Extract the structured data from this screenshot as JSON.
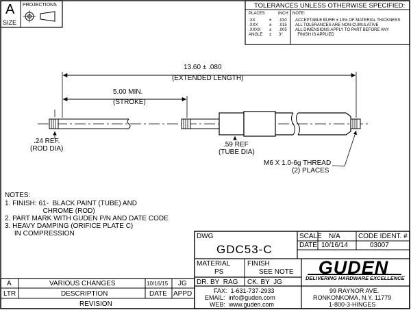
{
  "title_block": {
    "size_letter": "A",
    "size_label": "SIZE",
    "projections_label": "PROJECTIONS",
    "tolerances_title": "TOLERANCES UNLESS OTHERWISE SPECIFIED:",
    "tol_places_header": "PLACES",
    "tol_inch_header": "INCH",
    "tol_rows": [
      {
        "places": ".XX",
        "pm": "±",
        "value": ".030"
      },
      {
        "places": ".XXX",
        "pm": "±",
        "value": ".015"
      },
      {
        "places": ".XXXX",
        "pm": "±",
        "value": ".005"
      },
      {
        "places": "ANGLE",
        "pm": "±",
        "value": "3°"
      }
    ],
    "note_header": "NOTE:",
    "note_lines": [
      "ACCEPTABLE BURR ± 10% OF MATERIAL THICKNESS",
      "ALL TOLERANCES ARE NON-CUMULATIVE",
      "ALL DIMENSIONS APPLY TO PART BEFORE ANY",
      "  FINISH IS APPLIED"
    ]
  },
  "dimensions": {
    "extended_value": "13.60 ± .080",
    "extended_label": "(EXTENDED LENGTH)",
    "stroke_value": "5.00 MIN.",
    "stroke_label": "(STROKE)",
    "rod_value": ".24 REF.",
    "rod_label": "(ROD DIA)",
    "tube_value": ".59 REF",
    "tube_label": "(TUBE DIA)",
    "thread_value": "M6 X 1.0-6g THREAD",
    "thread_label": "(2) PLACES"
  },
  "notes": {
    "header": "NOTES:",
    "lines": [
      "1. FINISH: 61-  BLACK PAINT (TUBE) AND",
      "                    CHROME (ROD)",
      "2. PART MARK WITH GUDEN P/N AND DATE CODE",
      "3. HEAVY DAMPING (ORIFICE PLATE C)",
      "     IN COMPRESSION"
    ]
  },
  "drawing_info": {
    "dwg_label": "DWG",
    "dwg_number": "GDC53-C",
    "scale_label": "SCALE",
    "scale_value": "N/A",
    "code_ident_label": "CODE IDENT. #",
    "date_label": "DATE",
    "date_value": "10/16/14",
    "code_ident_value": "03007",
    "material_label": "MATERIAL",
    "material_value": "PS",
    "finish_label": "FINISH",
    "finish_value": "SEE NOTE",
    "dr_by": "DR. BY  RAG",
    "ck_by": "CK. BY  JG"
  },
  "company": {
    "logo_text": "GUDEN",
    "tagline": "DELIVERING HARDWARE EXCELLENCE",
    "fax": "FAX:  1-631-737-2933",
    "email": "EMAIL:  info@guden.com",
    "web": "WEB:  www.guden.com",
    "address1": "99 RAYNOR AVE.",
    "address2": "RONKONKOMA, N.Y. 11779",
    "address3": "1-800-3-HINGES"
  },
  "revision": {
    "row_ltr": "A",
    "row_desc": "VARIOUS CHANGES",
    "row_date": "10/16/15",
    "row_appd": "JG",
    "hdr_ltr": "LTR",
    "hdr_desc": "DESCRIPTION",
    "hdr_date": "DATE",
    "hdr_appd": "APPD",
    "footer": "REVISION"
  }
}
